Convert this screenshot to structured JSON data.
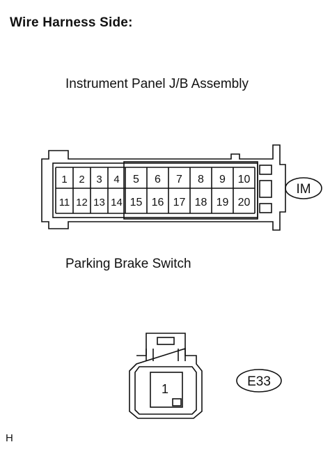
{
  "header": {
    "title": "Wire Harness Side:"
  },
  "connectors": [
    {
      "name": "Instrument Panel J/B Assembly",
      "code": "IM",
      "pins_top": [
        "1",
        "2",
        "3",
        "4",
        "5",
        "6",
        "7",
        "8",
        "9",
        "10"
      ],
      "pins_bottom": [
        "11",
        "12",
        "13",
        "14",
        "15",
        "16",
        "17",
        "18",
        "19",
        "20"
      ]
    },
    {
      "name": "Parking Brake Switch",
      "code": "E33",
      "pins": [
        "1"
      ]
    }
  ],
  "footer": {
    "code": "H"
  }
}
